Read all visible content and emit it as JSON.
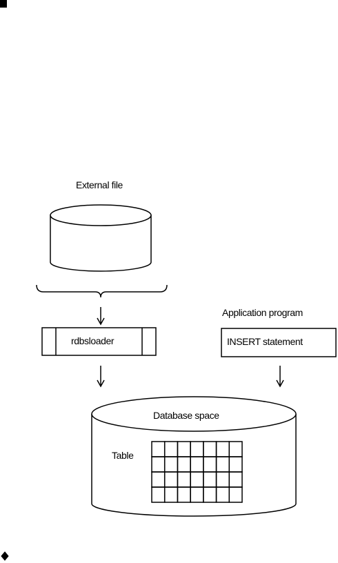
{
  "diagram": {
    "external_file_label": "External file",
    "loader_label": "rdbsloader",
    "application_program_label": "Application program",
    "insert_statement_label": "INSERT statement",
    "database_space_label": "Database space",
    "table_label": "Table"
  },
  "grid": {
    "rows": 4,
    "cols": 7
  },
  "colors": {
    "stroke": "#000000",
    "background": "#ffffff"
  },
  "icons": {
    "corner_marker": "filled-square",
    "bottom_marker": "diamond-bullet"
  }
}
